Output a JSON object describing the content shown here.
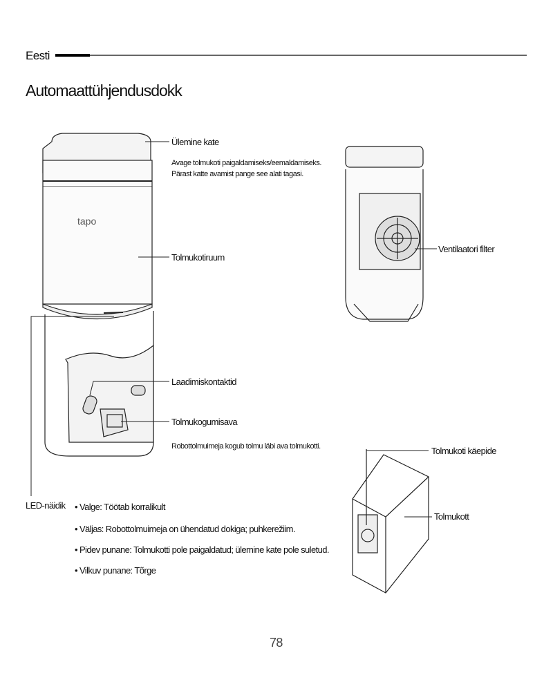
{
  "header": {
    "language": "Eesti",
    "title": "Automaattühjendusdokk"
  },
  "labels": {
    "top_cover": "Ülemine kate",
    "top_cover_desc1": "Avage tolmukoti paigaldamiseks/eemaldamiseks.",
    "top_cover_desc2": "Pärast katte avamist pange see alati tagasi.",
    "dust_compartment": "Tolmukotiruum",
    "fan_filter": "Ventilaatori filter",
    "charging_contacts": "Laadimiskontaktid",
    "dust_inlet": "Tolmukogumisava",
    "dust_inlet_desc": "Robottolmuimeja kogub tolmu läbi ava tolmukotti.",
    "bag_handle": "Tolmukoti käepide",
    "dust_bag": "Tolmukott",
    "led": "LED-näidik",
    "brand": "tapo"
  },
  "led_states": [
    "• Valge: Töötab korralikult",
    "• Väljas: Robottolmuimeja on ühendatud dokiga; puhkerežiim.",
    "• Pidev punane: Tolmukotti pole paigaldatud; ülemine kate pole suletud.",
    "• Vilkuv punane: Tõrge"
  ],
  "page_number": "78"
}
